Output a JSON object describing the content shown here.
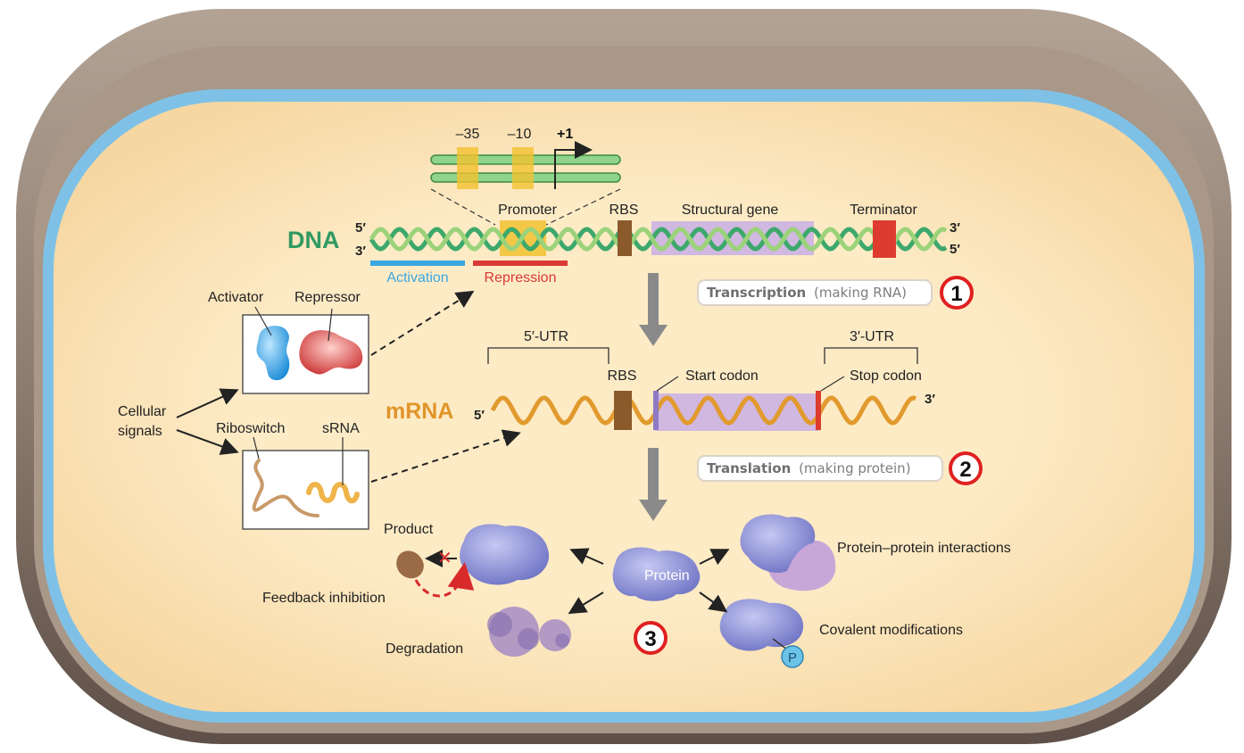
{
  "promoter_zoom": {
    "minus35": "–35",
    "minus10": "–10",
    "plus1": "+1"
  },
  "dna": {
    "label": "DNA",
    "five_prime_left": "5′",
    "three_prime_left": "3′",
    "three_prime_right": "3′",
    "five_prime_right": "5′",
    "promoter": "Promoter",
    "rbs": "RBS",
    "structural_gene": "Structural gene",
    "terminator": "Terminator",
    "activation": "Activation",
    "repression": "Repression"
  },
  "regulators": {
    "activator": "Activator",
    "repressor": "Repressor",
    "cellular_signals_line1": "Cellular",
    "cellular_signals_line2": "signals",
    "riboswitch": "Riboswitch",
    "srna": "sRNA"
  },
  "mrna": {
    "label": "mRNA",
    "five_prime": "5′",
    "three_prime": "3′",
    "utr5": "5′-UTR",
    "utr3": "3′-UTR",
    "rbs": "RBS",
    "start_codon": "Start codon",
    "stop_codon": "Stop codon"
  },
  "steps": {
    "transcription_bold": "Transcription",
    "transcription_rest": "(making RNA)",
    "badge1": "1",
    "translation_bold": "Translation",
    "translation_rest": "(making protein)",
    "badge2": "2",
    "badge3": "3"
  },
  "protein": {
    "center": "Protein",
    "product": "Product",
    "feedback": "Feedback inhibition",
    "degradation": "Degradation",
    "ppi": "Protein–protein interactions",
    "covalent": "Covalent modifications",
    "phospho": "P"
  },
  "colors": {
    "cell_wall": "#8f7f73",
    "membrane": "#7fc1e6",
    "cytoplasm": "#fbe6bf",
    "dna": "#3da86b",
    "mrna": "#e29a2e",
    "activation": "#3aa7e0",
    "repression": "#d93a35",
    "badge": "#e02020",
    "protein": "#8b8fd4"
  }
}
